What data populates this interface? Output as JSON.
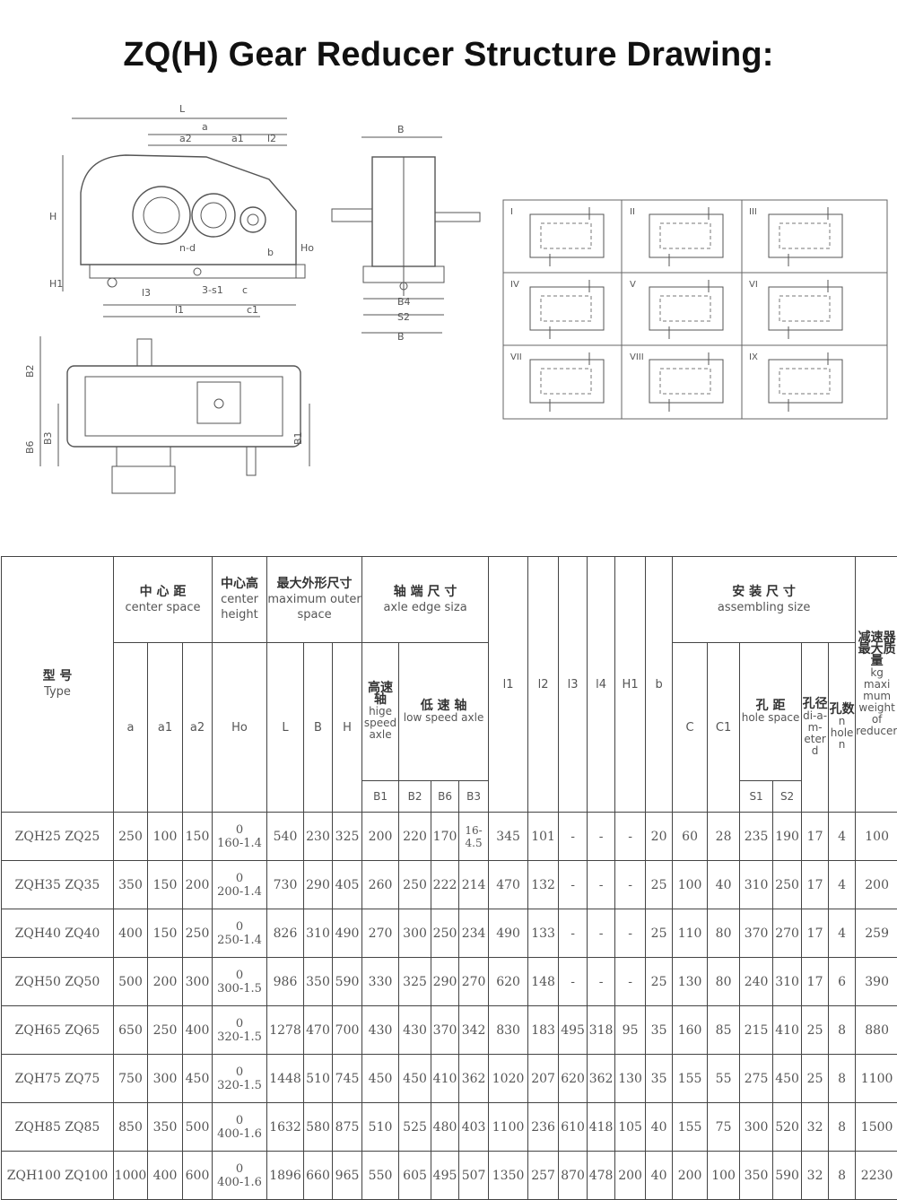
{
  "title": "ZQ(H) Gear Reducer Structure Drawing:",
  "drawing_labels": {
    "front": [
      "L",
      "a",
      "a2",
      "a1",
      "l2",
      "H",
      "H1",
      "Ho",
      "b",
      "n-d",
      "l3",
      "3-s1",
      "c",
      "l1",
      "c1"
    ],
    "side": [
      "B",
      "B4",
      "S2",
      "B"
    ],
    "top": [
      "B2",
      "B6",
      "B3",
      "B1"
    ]
  },
  "mount_positions": [
    "I",
    "II",
    "III",
    "IV",
    "V",
    "VI",
    "VII",
    "VIII",
    "IX"
  ],
  "header": {
    "type_zh": "型  号",
    "type_en": "Type",
    "center_space_zh": "中 心 距",
    "center_space_en": "center space",
    "center_height_zh": "中心高",
    "center_height_en": "center height",
    "max_outer_zh": "最大外形尺寸",
    "max_outer_en": "maximum outer space",
    "axle_edge_zh": "轴 端 尺 寸",
    "axle_edge_en": "axle edge siza",
    "assembling_zh": "安 装 尺 寸",
    "assembling_en": "assembling size",
    "max_weight_zh": "减速器最大质量",
    "max_weight_unit": "kg",
    "max_weight_en": "maxi mum weight of reducer(kg)",
    "high_speed_zh": "高速轴",
    "high_speed_en": "hige speed axle",
    "low_speed_zh": "低 速 轴",
    "low_speed_en": "low speed axle",
    "hole_space_zh": "孔 距",
    "hole_space_en": "hole space",
    "hole_dia_zh": "孔径",
    "hole_dia_en": "di-a-m-eter d",
    "hole_num_zh": "孔数",
    "hole_num_en": "n hole n",
    "a": "a",
    "a1": "a1",
    "a2": "a2",
    "ho": "Ho",
    "L": "L",
    "B": "B",
    "H": "H",
    "l1": "l1",
    "l2": "l2",
    "l3": "l3",
    "l4": "l4",
    "H1": "H1",
    "b": "b",
    "C": "C",
    "C1": "C1",
    "B1": "B1",
    "B2": "B2",
    "B6": "B6",
    "B3": "B3",
    "S1": "S1",
    "S2": "S2"
  },
  "rows": [
    {
      "type": "ZQH25  ZQ25",
      "a": "250",
      "a1": "100",
      "a2": "150",
      "ho_top": "0",
      "ho_bot": "160-1.4",
      "L": "540",
      "B": "230",
      "H": "325",
      "B1": "200",
      "B2": "220",
      "B6": "170",
      "B3": "16-4.5",
      "l1": "345",
      "l2": "101",
      "l3": "-",
      "l4": "-",
      "H1": "-",
      "b": "20",
      "C": "60",
      "C1": "28",
      "S1": "235",
      "S2": "190",
      "d": "17",
      "n": "4",
      "w": "100"
    },
    {
      "type": "ZQH35  ZQ35",
      "a": "350",
      "a1": "150",
      "a2": "200",
      "ho_top": "0",
      "ho_bot": "200-1.4",
      "L": "730",
      "B": "290",
      "H": "405",
      "B1": "260",
      "B2": "250",
      "B6": "222",
      "B3": "214",
      "l1": "470",
      "l2": "132",
      "l3": "-",
      "l4": "-",
      "H1": "-",
      "b": "25",
      "C": "100",
      "C1": "40",
      "S1": "310",
      "S2": "250",
      "d": "17",
      "n": "4",
      "w": "200"
    },
    {
      "type": "ZQH40  ZQ40",
      "a": "400",
      "a1": "150",
      "a2": "250",
      "ho_top": "0",
      "ho_bot": "250-1.4",
      "L": "826",
      "B": "310",
      "H": "490",
      "B1": "270",
      "B2": "300",
      "B6": "250",
      "B3": "234",
      "l1": "490",
      "l2": "133",
      "l3": "-",
      "l4": "-",
      "H1": "-",
      "b": "25",
      "C": "110",
      "C1": "80",
      "S1": "370",
      "S2": "270",
      "d": "17",
      "n": "4",
      "w": "259"
    },
    {
      "type": "ZQH50  ZQ50",
      "a": "500",
      "a1": "200",
      "a2": "300",
      "ho_top": "0",
      "ho_bot": "300-1.5",
      "L": "986",
      "B": "350",
      "H": "590",
      "B1": "330",
      "B2": "325",
      "B6": "290",
      "B3": "270",
      "l1": "620",
      "l2": "148",
      "l3": "-",
      "l4": "-",
      "H1": "-",
      "b": "25",
      "C": "130",
      "C1": "80",
      "S1": "240",
      "S2": "310",
      "d": "17",
      "n": "6",
      "w": "390"
    },
    {
      "type": "ZQH65  ZQ65",
      "a": "650",
      "a1": "250",
      "a2": "400",
      "ho_top": "0",
      "ho_bot": "320-1.5",
      "L": "1278",
      "B": "470",
      "H": "700",
      "B1": "430",
      "B2": "430",
      "B6": "370",
      "B3": "342",
      "l1": "830",
      "l2": "183",
      "l3": "495",
      "l4": "318",
      "H1": "95",
      "b": "35",
      "C": "160",
      "C1": "85",
      "S1": "215",
      "S2": "410",
      "d": "25",
      "n": "8",
      "w": "880"
    },
    {
      "type": "ZQH75  ZQ75",
      "a": "750",
      "a1": "300",
      "a2": "450",
      "ho_top": "0",
      "ho_bot": "320-1.5",
      "L": "1448",
      "B": "510",
      "H": "745",
      "B1": "450",
      "B2": "450",
      "B6": "410",
      "B3": "362",
      "l1": "1020",
      "l2": "207",
      "l3": "620",
      "l4": "362",
      "H1": "130",
      "b": "35",
      "C": "155",
      "C1": "55",
      "S1": "275",
      "S2": "450",
      "d": "25",
      "n": "8",
      "w": "1100"
    },
    {
      "type": "ZQH85  ZQ85",
      "a": "850",
      "a1": "350",
      "a2": "500",
      "ho_top": "0",
      "ho_bot": "400-1.6",
      "L": "1632",
      "B": "580",
      "H": "875",
      "B1": "510",
      "B2": "525",
      "B6": "480",
      "B3": "403",
      "l1": "1100",
      "l2": "236",
      "l3": "610",
      "l4": "418",
      "H1": "105",
      "b": "40",
      "C": "155",
      "C1": "75",
      "S1": "300",
      "S2": "520",
      "d": "32",
      "n": "8",
      "w": "1500"
    },
    {
      "type": "ZQH100  ZQ100",
      "a": "1000",
      "a1": "400",
      "a2": "600",
      "ho_top": "0",
      "ho_bot": "400-1.6",
      "L": "1896",
      "B": "660",
      "H": "965",
      "B1": "550",
      "B2": "605",
      "B6": "495",
      "B3": "507",
      "l1": "1350",
      "l2": "257",
      "l3": "870",
      "l4": "478",
      "H1": "200",
      "b": "40",
      "C": "200",
      "C1": "100",
      "S1": "350",
      "S2": "590",
      "d": "32",
      "n": "8",
      "w": "2230"
    }
  ]
}
